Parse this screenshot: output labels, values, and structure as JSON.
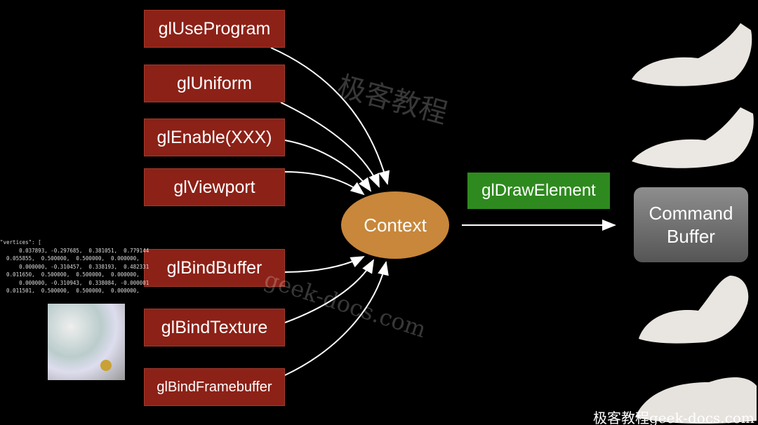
{
  "calls": [
    "glUseProgram",
    "glUniform",
    "glEnable(XXX)",
    "glViewport",
    "glBindBuffer",
    "glBindTexture",
    "glBindFramebuffer"
  ],
  "context_label": "Context",
  "draw_label": "glDrawElement",
  "command_buffer": {
    "line1": "Command",
    "line2": "Buffer"
  },
  "vertices_text": "\"vertices\": [\n      0.037893, -0.297685,  0.381051,  0.779144\n  0.055855,  0.500000,  0.500000,  0.000000,\n      0.000000, -0.310457,  0.338193,  0.482331\n  0.011650,  0.500000,  0.500000,  0.000000,\n      0.000000, -0.310943,  0.338084, -0.000001\n  0.011501,  0.500000,  0.500000,  0.000000,",
  "watermarks": {
    "center_cn": "极客教程",
    "center_url": "geek-docs.com",
    "corner": "极客教程geek-docs.com"
  },
  "colors": {
    "call_box": "#8c2117",
    "context": "#c8873a",
    "draw": "#2e8a1e",
    "command_buffer": "#707070"
  }
}
